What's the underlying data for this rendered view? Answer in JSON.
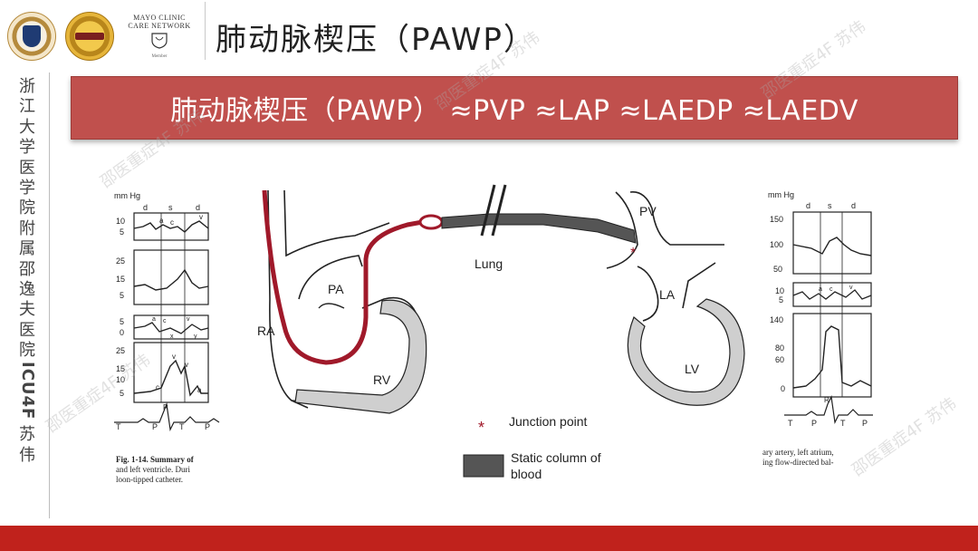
{
  "header": {
    "title": "肺动脉楔压（PAWP）",
    "mayo_line1": "MAYO CLINIC",
    "mayo_line2": "CARE NETWORK",
    "mayo_member": "Member"
  },
  "side_label": {
    "chars": [
      "浙",
      "江",
      "大",
      "学",
      "医",
      "学",
      "院",
      "附",
      "属",
      "邵",
      "逸",
      "夫",
      "医",
      "院"
    ],
    "icu": "ICU4F",
    "name": [
      "苏",
      "伟"
    ]
  },
  "banner": {
    "text": "肺动脉楔压（PAWP） ≈PVP ≈LAP ≈LAEDP ≈LAEDV"
  },
  "figure": {
    "left_unit": "mm Hg",
    "right_unit": "mm Hg",
    "phases": [
      "d",
      "s",
      "d"
    ],
    "left_ticks_ra": [
      "10",
      "5"
    ],
    "left_ticks_rv": [
      "25",
      "15",
      "5"
    ],
    "left_ticks_ra2": [
      "5",
      "0"
    ],
    "left_ticks_v": [
      "25",
      "15",
      "10",
      "5"
    ],
    "right_ticks_ao": [
      "150",
      "100",
      "50"
    ],
    "right_ticks_la": [
      "10",
      "5"
    ],
    "right_ticks_lv": [
      "140",
      "80",
      "60",
      "0"
    ],
    "wave_labels_a": "a",
    "wave_labels_c": "c",
    "wave_labels_v": "v",
    "wave_labels_x": "x",
    "wave_labels_y": "y",
    "ecg_labels": [
      "T",
      "P",
      "R",
      "T",
      "P"
    ],
    "labels": {
      "pv": "PV",
      "pa": "PA",
      "ra": "RA",
      "rv": "RV",
      "la": "LA",
      "lv": "LV",
      "lung": "Lung"
    },
    "legend": {
      "junction_symbol": "*",
      "junction": "Junction point",
      "static_line1": "Static column of",
      "static_line2": "blood"
    },
    "caption_left": [
      "Fig. 1-14. Summary of",
      "and left ventricle. Duri",
      "loon-tipped catheter."
    ],
    "caption_right": [
      "ary artery, left atrium,",
      "ing flow-directed bal-"
    ]
  },
  "watermarks": [
    "邵医重症4F 苏伟",
    "邵医重症4F 苏伟",
    "邵医重症4F 苏伟",
    "邵医重症4F 苏伟",
    "邵医重症4F 苏伟"
  ],
  "colors": {
    "banner_bg": "#c0504d",
    "catheter": "#a0192a",
    "footer": "#c0221c",
    "static_blood": "#555555"
  }
}
